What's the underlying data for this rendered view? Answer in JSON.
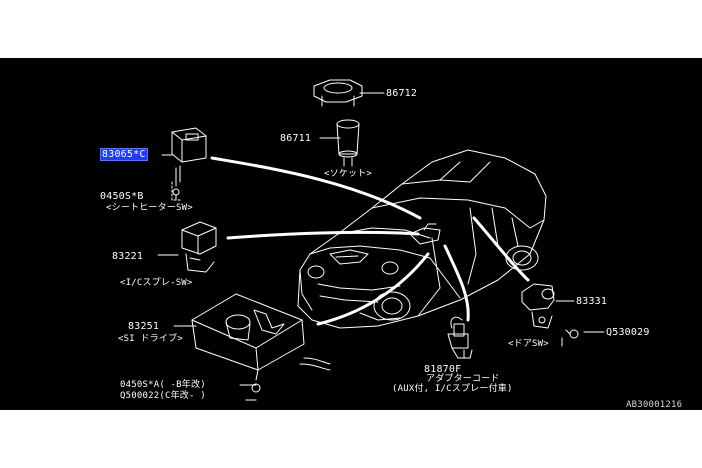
{
  "colors": {
    "background": "#000000",
    "lines": "#ffffff",
    "highlight": "#1f3bff"
  },
  "parts": {
    "p83065": {
      "number": "83065*C",
      "highlighted": true
    },
    "p0450sb": {
      "number": "0450S*B",
      "desc": "<シートヒーターSW>"
    },
    "p86712": {
      "number": "86712"
    },
    "p86711": {
      "number": "86711",
      "desc": "<ソケット>"
    },
    "p83221": {
      "number": "83221",
      "desc": "<I/Cスプレ-SW>"
    },
    "p83251": {
      "number": "83251",
      "desc": "<SI ドライブ>"
    },
    "p0450sa": {
      "number": "0450S*A(  -B年改)"
    },
    "p0500022": {
      "number": "Q500022(C年改-  )"
    },
    "p81870f": {
      "number": "81870F",
      "desc1": "アダプターコード",
      "desc2": "(AUX付, I/Cスプレー付車)"
    },
    "p83331": {
      "number": "83331",
      "desc": "<ドアSW>"
    },
    "p0530029": {
      "number": "Q530029"
    }
  },
  "figure_id": "AB30001216"
}
